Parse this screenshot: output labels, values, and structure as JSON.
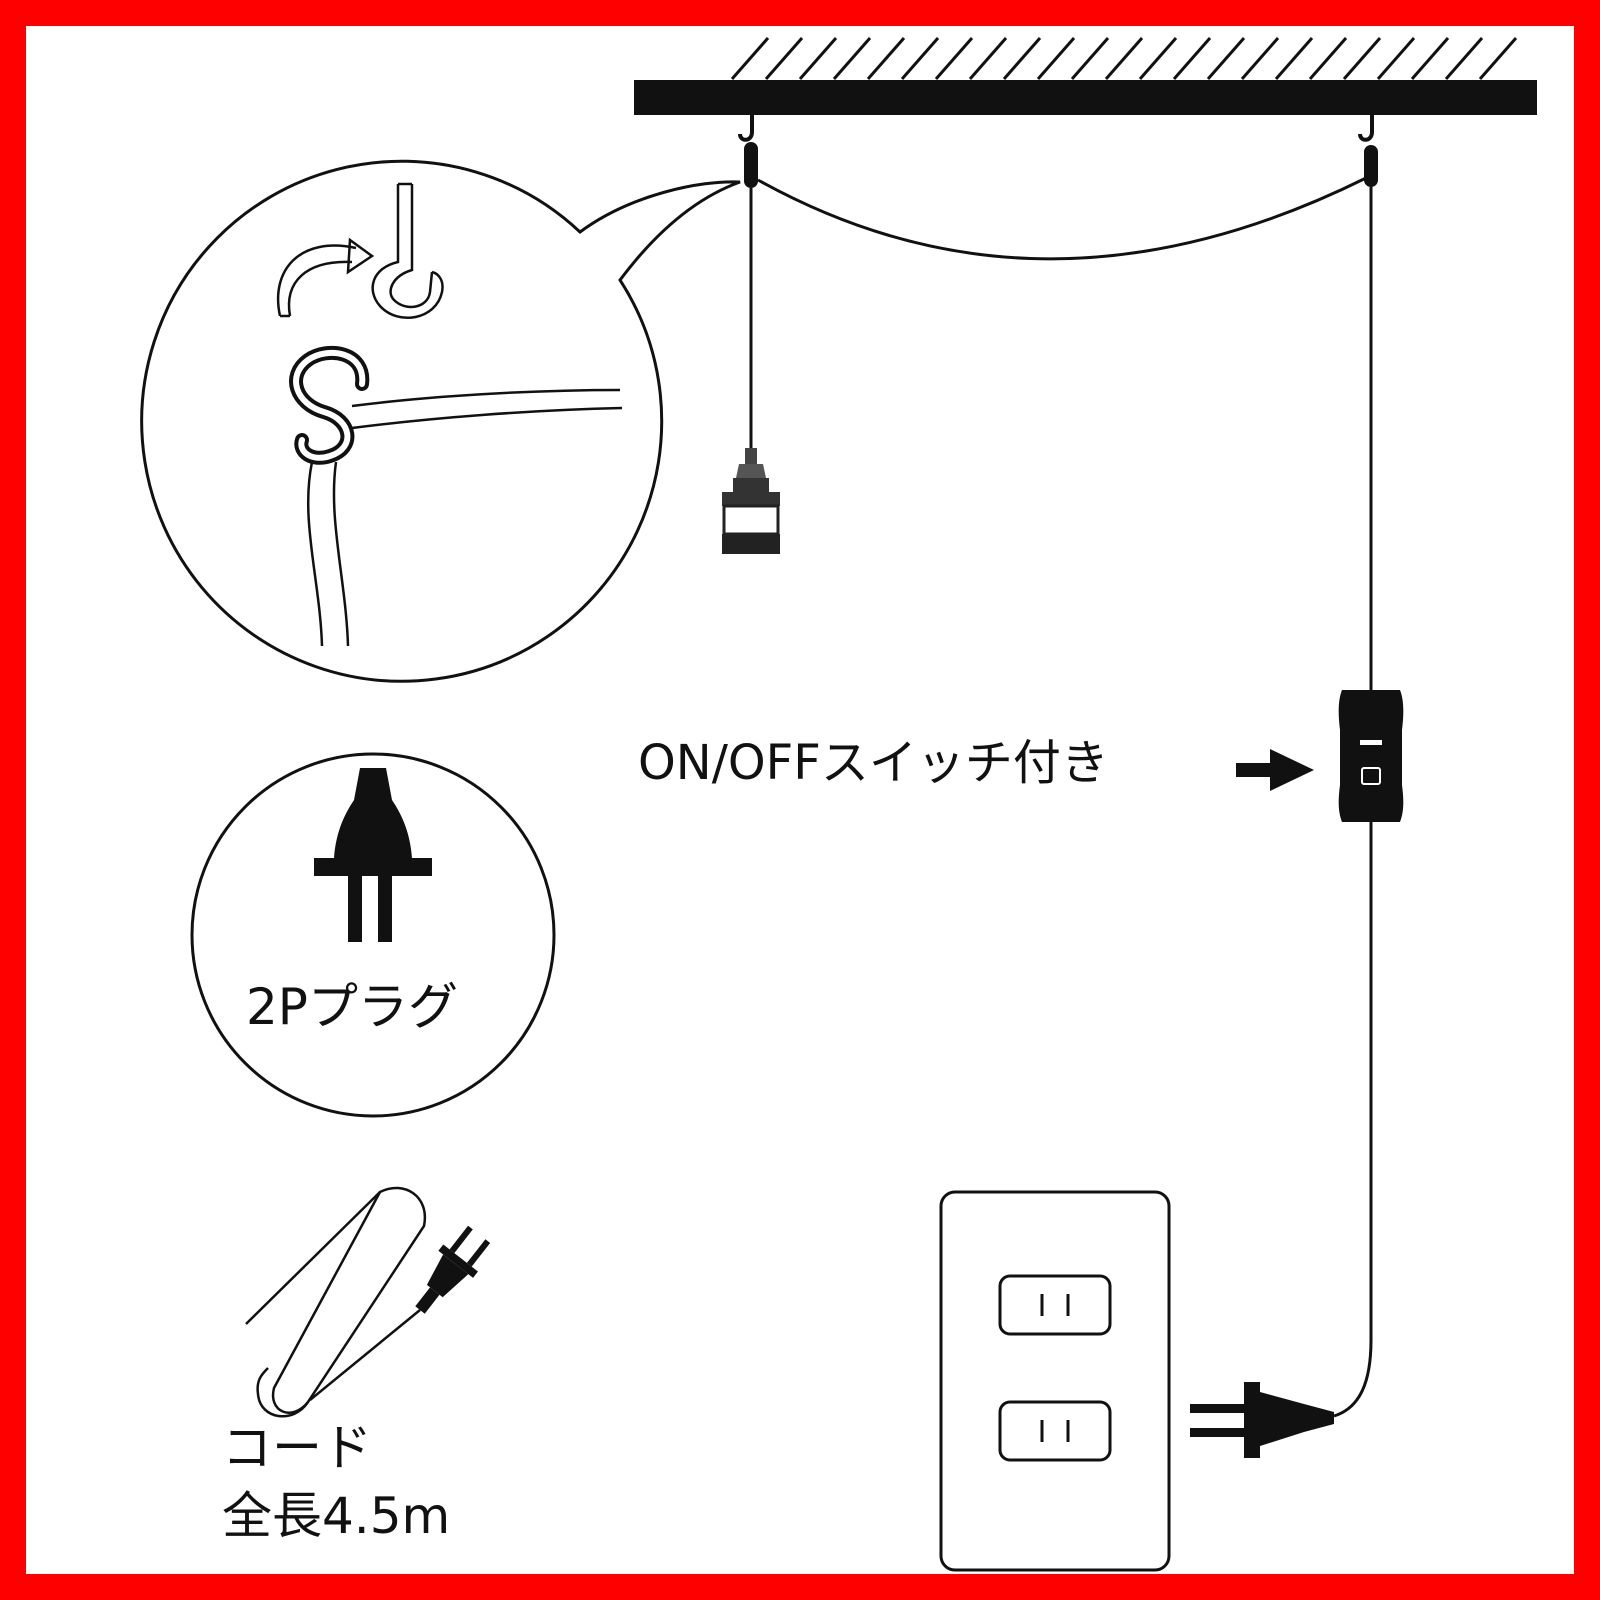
{
  "labels": {
    "switch": "ON/OFFスイッチ付き",
    "plug": "2Pプラグ",
    "cord_line1": "コード",
    "cord_line2": "全長4.5m"
  },
  "colors": {
    "border": "#ff0000",
    "background": "#ffffff",
    "ink": "#111111"
  },
  "icons": [
    "ceiling-icon",
    "hook-icon",
    "s-hook-icon",
    "lamp-socket-icon",
    "switch-icon",
    "arrow-icon",
    "plug-icon",
    "cord-coil-icon",
    "outlet-icon"
  ]
}
